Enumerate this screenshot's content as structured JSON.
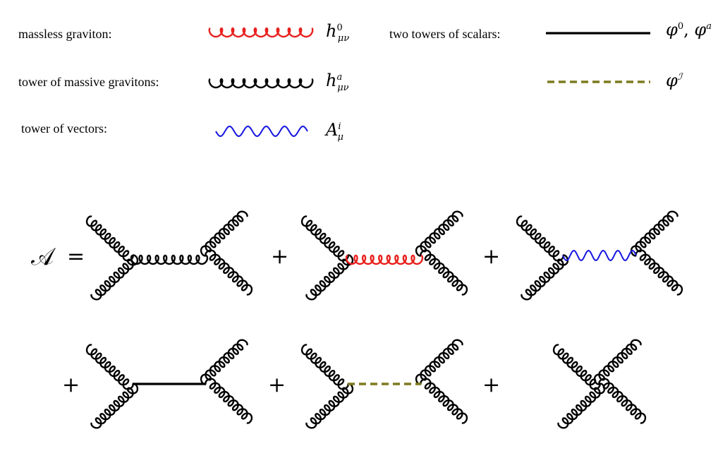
{
  "legend": {
    "graviton0": {
      "text": "massless graviton:",
      "sym": "h",
      "sup": "0",
      "sub": "μν",
      "color": "#e8201e",
      "line": "coil"
    },
    "gravitonA": {
      "text": "tower of massive gravitons:",
      "sym": "h",
      "sup": "a",
      "sub": "μν",
      "color": "#000000",
      "line": "coil"
    },
    "vector": {
      "text": "tower of vectors:",
      "sym": "A",
      "sup": "i",
      "sub": "μ",
      "color": "#1515e0",
      "line": "wave"
    },
    "scalars": {
      "text": "two towers of scalars:",
      "sym": "φ",
      "sup": "0",
      "sym2": "φ",
      "sup2": "a",
      "sep": ",",
      "color": "#000000",
      "line": "solid"
    },
    "scalarI": {
      "sym": "φ",
      "sup": "ℐ",
      "color": "#7d7a1e",
      "line": "dashed"
    }
  },
  "equation": {
    "lhs": "𝒜",
    "equals": "=",
    "plus": "+"
  },
  "diagrams": [
    {
      "name": "exchange-massive-graviton",
      "propagator": "coil",
      "color": "#000000"
    },
    {
      "name": "exchange-massless-graviton",
      "propagator": "coil",
      "color": "#e8201e"
    },
    {
      "name": "exchange-vector",
      "propagator": "wave",
      "color": "#1515e0"
    },
    {
      "name": "exchange-scalar",
      "propagator": "solid",
      "color": "#000000"
    },
    {
      "name": "exchange-scalar-I",
      "propagator": "dashed",
      "color": "#7d7a1e"
    },
    {
      "name": "contact",
      "propagator": "none",
      "color": "#000000"
    }
  ]
}
